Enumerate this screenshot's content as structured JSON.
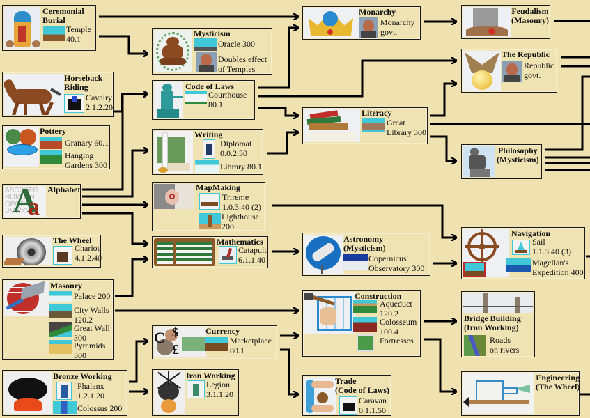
{
  "diagram": {
    "type": "tech-tree",
    "background": "#efe2b0",
    "colors": {
      "box_border": "#1a1a1a",
      "box_fill": "#f0e3b3",
      "arrow": "#000000",
      "unit_icon_bg": "#40c8d8"
    }
  },
  "nodes": {
    "ceremonial_burial": {
      "title": "Ceremonial Burial",
      "title_line1": "Ceremonial",
      "title_line2": "Burial",
      "icon": "sarcophagus-icon",
      "unlocks": [
        {
          "name": "Temple",
          "value": "40.1",
          "icon": "temple-icon"
        }
      ]
    },
    "horseback_riding": {
      "title_line1": "Horseback",
      "title_line2": "Riding",
      "icon": "horse-icon",
      "unlocks": [
        {
          "name": "Cavalry",
          "value": "2.1.2.20",
          "icon": "cavalry-icon"
        }
      ]
    },
    "pottery": {
      "title": "Pottery",
      "icon": "pottery-icon",
      "unlocks": [
        {
          "name": "Granary 60.1",
          "icon": "granary-icon"
        },
        {
          "name": "Hanging",
          "value": "Gardens 300",
          "icon": "hanging-gardens-icon"
        }
      ]
    },
    "alphabet": {
      "title": "Alphabet",
      "icon": "alphabet-icon"
    },
    "the_wheel": {
      "title": "The Wheel",
      "icon": "stone-wheel-icon",
      "unlocks": [
        {
          "name": "Chariot",
          "value": "4.1.2.40",
          "icon": "chariot-icon"
        }
      ]
    },
    "masonry": {
      "title": "Masonry",
      "icon": "brick-trowel-icon",
      "unlocks": [
        {
          "name": "Palace 200",
          "icon": "palace-icon"
        },
        {
          "name": "City Walls",
          "value": "120.2",
          "icon": "city-walls-icon"
        },
        {
          "name": "Great Wall",
          "value": "300",
          "icon": "great-wall-icon"
        },
        {
          "name": "Pyramids",
          "value": "300",
          "icon": "pyramids-icon"
        }
      ]
    },
    "bronze_working": {
      "title": "Bronze Working",
      "icon": "cauldron-icon",
      "unlocks": [
        {
          "name": "Phalanx",
          "value": "1.2.1.20",
          "icon": "phalanx-icon"
        },
        {
          "name": "Colossus 200",
          "icon": "colossus-icon"
        }
      ]
    },
    "mysticism": {
      "title": "Mysticism",
      "icon": "meditating-figure-icon",
      "unlocks": [
        {
          "name": "Oracle 300",
          "icon": "oracle-icon"
        },
        {
          "name": "Doubles effect",
          "value": "of Temples",
          "icon": "advisor-portrait-icon"
        }
      ]
    },
    "code_of_laws": {
      "title": "Code of Laws",
      "icon": "statue-of-justice-icon",
      "unlocks": [
        {
          "name": "Courthouse",
          "value": "80.1",
          "icon": "courthouse-icon"
        }
      ]
    },
    "writing": {
      "title": "Writing",
      "icon": "quill-icon",
      "unlocks": [
        {
          "name": "Diplomat",
          "value": "0.0.2.30",
          "icon": "diplomat-icon"
        },
        {
          "name": "Library 80.1",
          "icon": "library-icon"
        }
      ]
    },
    "map_making": {
      "title": "MapMaking",
      "icon": "map-icon",
      "unlocks": [
        {
          "name": "Trireme",
          "value": "1.0.3.40 (2)",
          "icon": "trireme-icon"
        },
        {
          "name": "Lighthouse",
          "value": "200",
          "icon": "lighthouse-icon"
        }
      ]
    },
    "mathematics": {
      "title": "Mathematics",
      "icon": "abacus-icon",
      "unlocks": [
        {
          "name": "Catapult",
          "value": "6.1.1.40",
          "icon": "catapult-icon"
        }
      ]
    },
    "currency": {
      "title": "Currency",
      "icon": "coins-icon",
      "unlocks": [
        {
          "name": "Marketplace",
          "value": "80.1",
          "icon": "marketplace-icon"
        }
      ]
    },
    "iron_working": {
      "title": "Iron Working",
      "icon": "shield-spears-icon",
      "unlocks": [
        {
          "name": "Legion",
          "value": "3.1.1.20",
          "icon": "legion-icon"
        }
      ]
    },
    "monarchy": {
      "title": "Monarchy",
      "icon": "crown-icon",
      "unlocks": [
        {
          "name": "Monarchy",
          "value": "govt.",
          "icon": "advisor-portrait-icon"
        }
      ]
    },
    "literacy": {
      "title": "Literacy",
      "icon": "books-icon",
      "unlocks": [
        {
          "name": "Great",
          "value": "Library 300",
          "icon": "great-library-icon"
        }
      ]
    },
    "astronomy": {
      "title_line1": "Astronomy",
      "title_line2": "(Mysticism)",
      "icon": "telescope-icon",
      "unlocks": [
        {
          "name": "Copernicus'",
          "value": "Observatory 300",
          "icon": "observatory-icon"
        }
      ]
    },
    "construction": {
      "title": "Construction",
      "icon": "hammer-frame-icon",
      "unlocks": [
        {
          "name": "Aqueduct",
          "value": "120.2",
          "icon": "aqueduct-icon"
        },
        {
          "name": "Colosseum",
          "value": "100.4",
          "icon": "colosseum-icon"
        },
        {
          "name": "Fortresses",
          "icon": "fortress-icon"
        }
      ]
    },
    "trade": {
      "title_line1": "Trade",
      "title_line2": "(Code of Laws)",
      "icon": "trade-hands-icon",
      "unlocks": [
        {
          "name": "Caravan",
          "value": "0.1.1.50",
          "icon": "caravan-icon"
        }
      ]
    },
    "feudalism": {
      "title_line1": "Feudalism",
      "title_line2": "(Masonry)",
      "icon": "castle-icon"
    },
    "the_republic": {
      "title": "The Republic",
      "icon": "eagle-globe-icon",
      "unlocks": [
        {
          "name": "Republic",
          "value": "govt.",
          "icon": "advisor-portrait-icon"
        }
      ]
    },
    "philosophy": {
      "title_line1": "Philosophy",
      "title_line2": "(Mysticism)",
      "icon": "thinker-statue-icon"
    },
    "navigation": {
      "title": "Navigation",
      "icon": "ship-wheel-icon",
      "unlocks": [
        {
          "name": "Sail",
          "value": "1.1.3.40 (3)",
          "icon": "sail-ship-icon"
        },
        {
          "name": "Magellan's",
          "value": "Expedition 400",
          "icon": "magellan-ship-icon"
        }
      ]
    },
    "bridge_building": {
      "title_line1": "Bridge Building",
      "title_line2": "(Iron Working)",
      "icon": "suspension-bridge-icon",
      "unlocks": [
        {
          "name": "Roads",
          "value": "on rivers",
          "icon": "river-map-icon"
        }
      ]
    },
    "engineering": {
      "title_line1": "Engineering",
      "title_line2": "(The Wheel)",
      "icon": "blueprint-icon"
    }
  },
  "edges": [
    [
      "Ceremonial Burial",
      "Monarchy"
    ],
    [
      "Ceremonial Burial",
      "Mysticism"
    ],
    [
      "Horseback Riding",
      "Code of Laws"
    ],
    [
      "Alphabet",
      "Code of Laws"
    ],
    [
      "Alphabet",
      "Writing"
    ],
    [
      "Alphabet",
      "MapMaking"
    ],
    [
      "Alphabet",
      "Mathematics"
    ],
    [
      "Masonry",
      "Mathematics"
    ],
    [
      "Masonry",
      "Construction"
    ],
    [
      "Bronze Working",
      "Currency"
    ],
    [
      "Bronze Working",
      "Iron Working"
    ],
    [
      "Code of Laws",
      "Monarchy"
    ],
    [
      "Code of Laws",
      "The Republic"
    ],
    [
      "Code of Laws",
      "Literacy"
    ],
    [
      "Writing",
      "Literacy"
    ],
    [
      "MapMaking",
      "Navigation"
    ],
    [
      "Mathematics",
      "Astronomy"
    ],
    [
      "Currency",
      "Construction"
    ],
    [
      "Currency",
      "Trade"
    ],
    [
      "Monarchy",
      "Feudalism"
    ],
    [
      "Literacy",
      "The Republic"
    ],
    [
      "Literacy",
      "Philosophy"
    ],
    [
      "Astronomy",
      "Navigation"
    ],
    [
      "Construction",
      "Bridge Building"
    ],
    [
      "Construction",
      "Engineering"
    ]
  ]
}
